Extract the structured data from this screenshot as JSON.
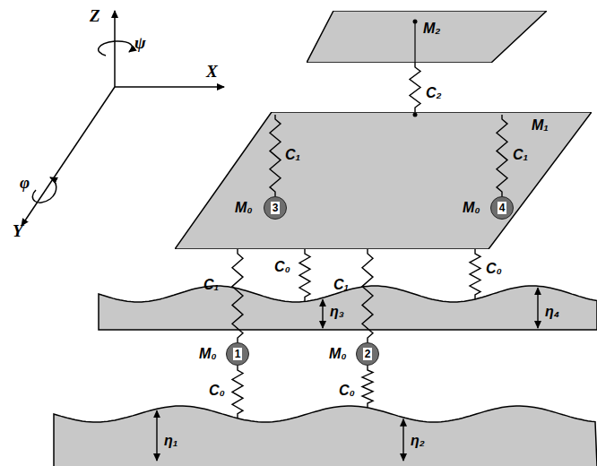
{
  "diagram": {
    "nodes": [
      {
        "text": [
          "M₂"
        ]
      },
      {
        "text": [
          "M₁"
        ]
      },
      {
        "text": [
          "3"
        ],
        "in": 1
      },
      {
        "text": [
          "4"
        ],
        "in": 1
      },
      {
        "text": [
          "1"
        ]
      },
      {
        "text": [
          "2"
        ]
      }
    ],
    "edges": [
      {
        "from": 0,
        "to": 1,
        "arrow": "none",
        "label": "C₂"
      },
      {
        "from": 4,
        "to": 1,
        "arrow": "none",
        "label": "C₁"
      },
      {
        "from": 5,
        "to": 1,
        "arrow": "none",
        "label": "C₁"
      }
    ],
    "labels": [
      "Z",
      "X",
      "Y",
      "ψ",
      "φ",
      "C₁",
      "C₁",
      "M₀",
      "M₀",
      "C₀",
      "C₀",
      "η₃",
      "η₄",
      "M₀",
      "M₀",
      "C₀",
      "C₀",
      "η₁",
      "η₂"
    ]
  }
}
